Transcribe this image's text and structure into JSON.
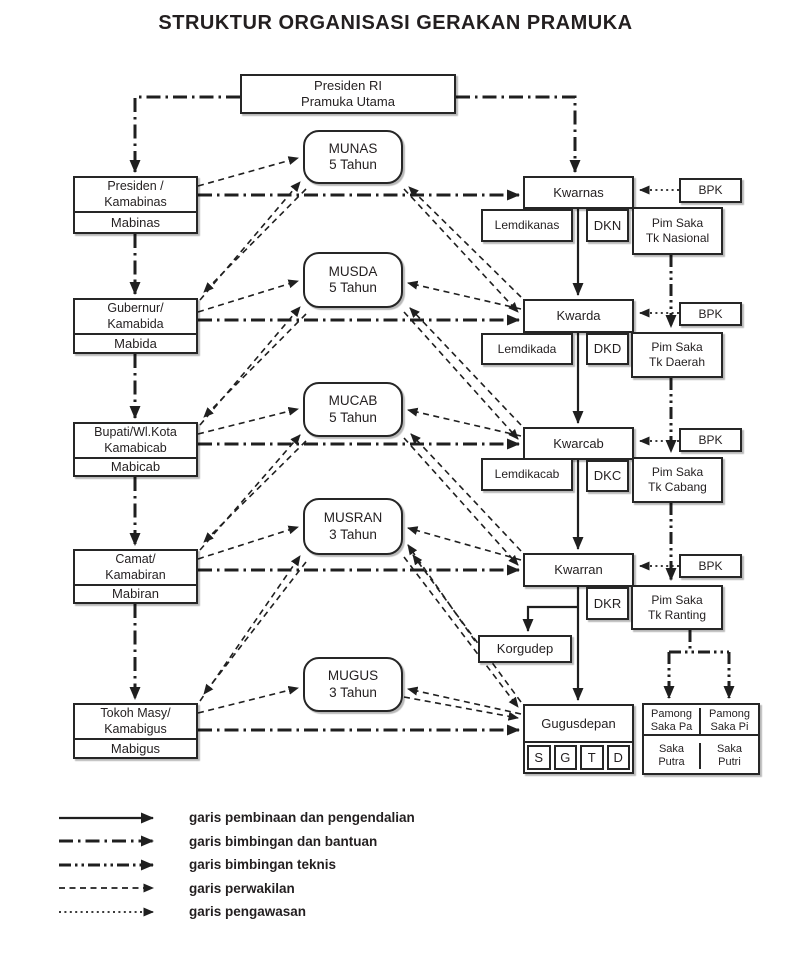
{
  "title": "STRUKTUR ORGANISASI GERAKAN PRAMUKA",
  "nodes": {
    "presiden_ri": "Presiden RI\nPramuka Utama",
    "munas": "MUNAS\n5 Tahun",
    "musda": "MUSDA\n5 Tahun",
    "mucab": "MUCAB\n5 Tahun",
    "musran": "MUSRAN\n3 Tahun",
    "mugus": "MUGUS\n3 Tahun",
    "mabinas_top": "Presiden /\nKamabinas",
    "mabinas": "Mabinas",
    "mabida_top": "Gubernur/\nKamabida",
    "mabida": "Mabida",
    "mabicab_top": "Bupati/Wl.Kota\nKamabicab",
    "mabicab": "Mabicab",
    "mabiran_top": "Camat/\nKamabiran",
    "mabiran": "Mabiran",
    "mabigus_top": "Tokoh Masy/\nKamabigus",
    "mabigus": "Mabigus",
    "kwarnas": "Kwarnas",
    "kwarda": "Kwarda",
    "kwarcab": "Kwarcab",
    "kwarran": "Kwarran",
    "bpk": "BPK",
    "lemdikanas": "Lemdikanas",
    "lemdikada": "Lemdikada",
    "lemdikacab": "Lemdikacab",
    "dkn": "DKN",
    "dkd": "DKD",
    "dkc": "DKC",
    "dkr": "DKR",
    "pimsaka_nasional": "Pim Saka\nTk Nasional",
    "pimsaka_daerah": "Pim Saka\nTk Daerah",
    "pimsaka_cabang": "Pim Saka\nTk Cabang",
    "pimsaka_ranting": "Pim Saka\nTk Ranting",
    "korgudep": "Korgudep",
    "gugusdepan": "Gugusdepan",
    "gudep_units": [
      "S",
      "G",
      "T",
      "D"
    ],
    "pamong_pa": "Pamong\nSaka Pa",
    "pamong_pi": "Pamong\nSaka Pi",
    "saka_putra": "Saka\nPutra",
    "saka_putri": "Saka\nPutri"
  },
  "legend": [
    {
      "style": "solid",
      "label": "garis pembinaan dan pengendalian"
    },
    {
      "style": "dashdot",
      "label": "garis bimbingan dan bantuan"
    },
    {
      "style": "dashdotdot",
      "label": "garis bimbingan teknis"
    },
    {
      "style": "dashed",
      "label": "garis perwakilan"
    },
    {
      "style": "dotted",
      "label": "garis pengawasan"
    }
  ],
  "colors": {
    "ink": "#231f20",
    "box_fill": "#ffffff"
  }
}
